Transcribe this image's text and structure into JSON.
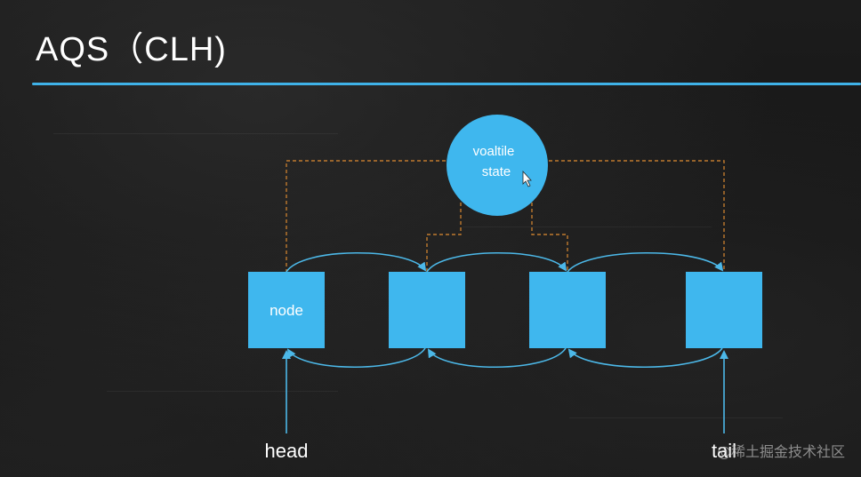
{
  "slide": {
    "title": "AQS（CLH)",
    "watermark": "@稀土掘金技术社区"
  },
  "state_circle": {
    "line1": "voaltile",
    "line2": "state"
  },
  "nodes": [
    {
      "label": "node"
    },
    {
      "label": ""
    },
    {
      "label": ""
    },
    {
      "label": ""
    }
  ],
  "pointers": {
    "head": "head",
    "tail": "tail"
  },
  "colors": {
    "accent_blue": "#3fb2e8",
    "node_fill": "#3fb7ee",
    "dashed_orange": "#c07a2e",
    "background": "#161616",
    "text": "#ffffff"
  }
}
